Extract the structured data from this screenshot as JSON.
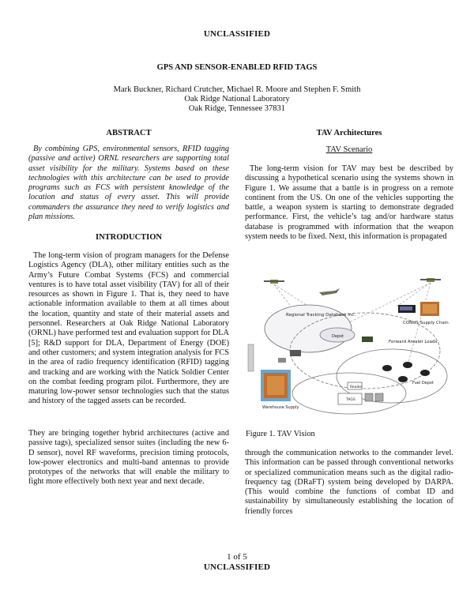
{
  "header": {
    "classification": "UNCLASSIFIED"
  },
  "paper": {
    "title": "GPS AND SENSOR-ENABLED RFID TAGS",
    "authors": "Mark Buckner, Richard Crutcher, Michael R. Moore and Stephen F. Smith",
    "affiliation": "Oak Ridge National Laboratory",
    "location": "Oak Ridge, Tennessee 37831"
  },
  "left_column": {
    "abstract_heading": "ABSTRACT",
    "abstract_text": "By combining GPS, environmental sensors, RFID tagging (passive and active) ORNL researchers are supporting total asset visibility for the military. Systems based on these technologies with this architecture can be used to provide programs such as FCS with persistent knowledge of the location and status of every asset. This will provide commanders the assurance they need to verify logistics and plan missions.",
    "intro_heading": "INTRODUCTION",
    "intro_para1": "The long-term vision of program managers for the Defense Logistics Agency (DLA), other military entities such as the Army’s Future Combat Systems (FCS) and commercial ventures is to have total asset visibility (TAV) for all of their resources as shown in Figure 1. That is, they need to have actionable information available to them at all times about the location, quantity and state of their material assets and personnel. Researchers at Oak Ridge National Laboratory (ORNL) have performed test and evaluation support for DLA [5]; R&D support for DLA, Department of Energy (DOE) and other customers; and system integration analysis for FCS in the area of radio frequency identification (RFID) tagging and tracking and are working with the Natick Soldier Center on the combat feeding program pilot. Furthermore, they are maturing low-power sensor technologies such that the status and history of the tagged assets can be recorded.",
    "intro_para2": "They are bringing together hybrid architectures (active and passive tags), specialized sensor suites (including the new 6-D sensor), novel RF waveforms, precision timing protocols, low-power electronics and multi-band antennas to provide prototypes of the networks that will enable the military to fight more effectively both next year and next decade."
  },
  "right_column": {
    "section_heading": "TAV Architectures",
    "subsection_heading": "TAV Scenario",
    "para1": "The long-term vision for TAV may best be described by discussing a hypothetical scenario using the systems shown in Figure 1. We assume that a battle is in progress on a remote continent from the US. On one of the vehicles supporting the battle, a weapon system is starting to demonstrate degraded performance. First, the vehicle’s tag and/or hardware status database is programmed with information that the weapon system needs to be fixed. Next, this information is propagated",
    "figure_labels": {
      "regional": "Regional Tracking Database Inc.",
      "conus": "CONUS Supply Chain",
      "depot_label": "Depot",
      "forward": "Forward Arealet Loads",
      "fuel_depot": "Fuel Depot",
      "reader": "Reader",
      "tags": "TAGS",
      "warehouse": "Warehouse Supply"
    },
    "figure_caption": "Figure 1.   TAV Vision",
    "para2": "through the communication networks to the commander level. This information can be passed through conventional networks or specialized communication means such as the digital radio-frequency tag (DRaFT) system being developed by DARPA. (This would combine the functions of combat ID and sustainability by simultaneously establishing the location of friendly forces"
  },
  "footer": {
    "page": "1 of 5",
    "classification": "UNCLASSIFIED"
  }
}
